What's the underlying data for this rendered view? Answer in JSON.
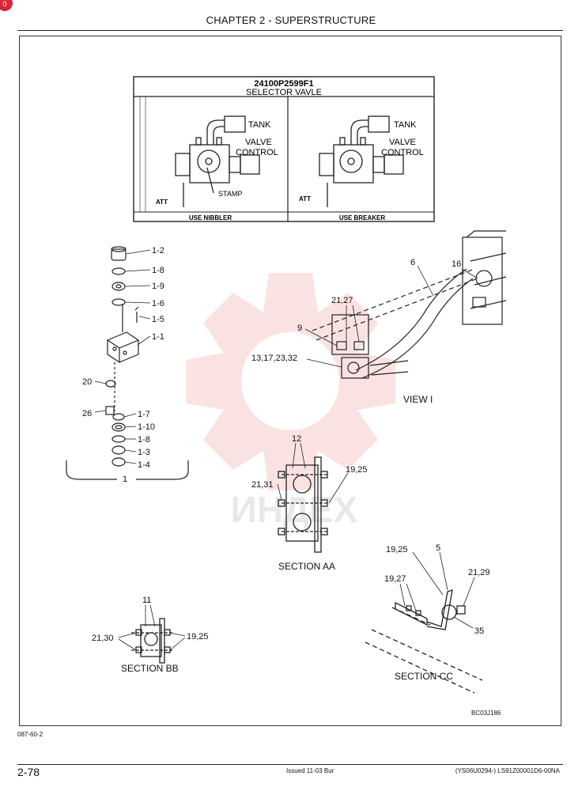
{
  "header": {
    "chapter_title": "CHAPTER 2 - SUPERSTRUCTURE"
  },
  "corner_badge": "0",
  "table": {
    "part_number": "24100P2599F1",
    "title": "SELECTOR VAVLE",
    "left_panel": {
      "tank": "TANK",
      "valve": "VALVE",
      "control": "CONTROL",
      "stamp": "STAMP",
      "att": "ATT",
      "caption": "USE NIBBLER"
    },
    "right_panel": {
      "tank": "TANK",
      "valve": "VALVE",
      "control": "CONTROL",
      "att": "ATT",
      "caption": "USE BREAKER"
    }
  },
  "exploded_labels": {
    "l_1_2": "1-2",
    "l_1_8a": "1-8",
    "l_1_9": "1-9",
    "l_1_6": "1-6",
    "l_1_5": "1-5",
    "l_1_1": "1-1",
    "l_20": "20",
    "l_26": "26",
    "l_1_7": "1-7",
    "l_1_10": "1-10",
    "l_1_8b": "1-8",
    "l_1_3": "1-3",
    "l_1_4": "1-4",
    "l_1": "1"
  },
  "view_i": {
    "l_6": "6",
    "l_16": "16",
    "l_21_27": "21,27",
    "l_9": "9",
    "l_13": "13,17,23,32",
    "title": "VIEW I"
  },
  "section_aa": {
    "l_12": "12",
    "l_21_31": "21,31",
    "l_19_25": "19,25",
    "title": "SECTION AA"
  },
  "section_bb": {
    "l_11": "11",
    "l_21_30": "21,30",
    "l_19_25": "19,25",
    "title": "SECTION BB"
  },
  "section_cc": {
    "l_19_25": "19,25",
    "l_5": "5",
    "l_19_27": "19,27",
    "l_21_29": "21,29",
    "l_35": "35",
    "title": "SECTION CC"
  },
  "footer": {
    "page": "2-78",
    "issued": "Issued 11-03   Bur",
    "code_right": "(YS06U0294-)   LS91Z00001D6-00NA",
    "code_left": "087-60-2",
    "ref": "BC03J186"
  }
}
